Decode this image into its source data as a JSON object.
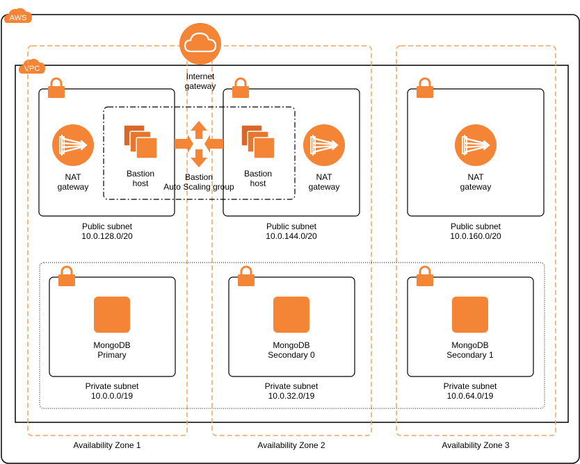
{
  "cloud": {
    "badge": "AWS"
  },
  "vpc": {
    "badge": "VPC"
  },
  "internet_gateway": {
    "line1": "Internet",
    "line2": "gateway"
  },
  "bastion_group": {
    "line1": "Bastion",
    "line2": "Auto Scaling group"
  },
  "bastion_hosts": [
    {
      "line1": "Bastion",
      "line2": "host"
    },
    {
      "line1": "Bastion",
      "line2": "host"
    }
  ],
  "nat_gateways": [
    {
      "line1": "NAT",
      "line2": "gateway"
    },
    {
      "line1": "NAT",
      "line2": "gateway"
    },
    {
      "line1": "NAT",
      "line2": "gateway"
    }
  ],
  "public_subnets": [
    {
      "label": "Public subnet",
      "cidr": "10.0.128.0/20"
    },
    {
      "label": "Public subnet",
      "cidr": "10.0.144.0/20"
    },
    {
      "label": "Public subnet",
      "cidr": "10.0.160.0/20"
    }
  ],
  "private_subnets": [
    {
      "label": "Private subnet",
      "cidr": "10.0.0.0/19"
    },
    {
      "label": "Private subnet",
      "cidr": "10.0.32.0/19"
    },
    {
      "label": "Private subnet",
      "cidr": "10.0.64.0/19"
    }
  ],
  "mongodb_nodes": [
    {
      "line1": "MongoDB",
      "line2": "Primary"
    },
    {
      "line1": "MongoDB",
      "line2": "Secondary 0"
    },
    {
      "line1": "MongoDB",
      "line2": "Secondary 1"
    }
  ],
  "availability_zones": [
    {
      "label": "Availability Zone 1"
    },
    {
      "label": "Availability Zone 2"
    },
    {
      "label": "Availability Zone 3"
    }
  ],
  "colors": {
    "aws_orange": "#F58536",
    "aws_orange_dark": "#D9672A",
    "zone_border": "#F5A35C",
    "line": "#000000"
  },
  "icons": {
    "cloud": "aws-cloud-icon",
    "vpc": "vpc-cloud-icon",
    "subnet": "lock-icon",
    "internet_gateway": "internet-gateway-icon",
    "nat_gateway": "nat-gateway-icon",
    "bastion_host": "instances-icon",
    "scaling_arrows": "auto-scaling-arrows-icon",
    "database": "database-instance-icon"
  }
}
